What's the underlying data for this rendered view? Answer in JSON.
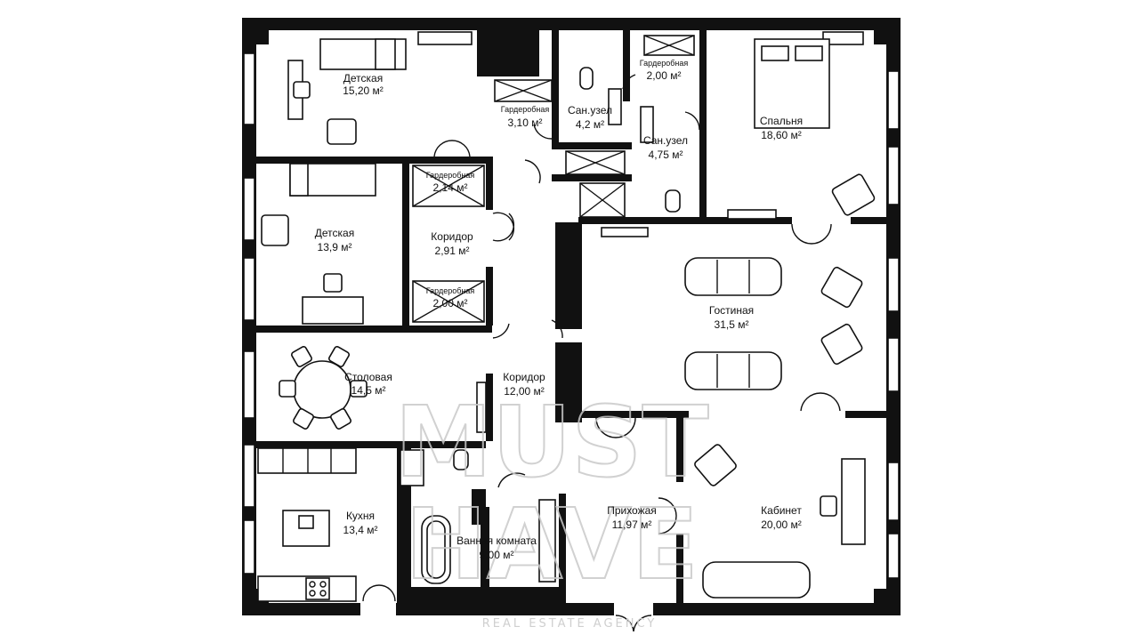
{
  "rooms": {
    "kids1": {
      "name": "Детская",
      "area": "15,20 м²"
    },
    "kids2": {
      "name": "Детская",
      "area": "13,9 м²"
    },
    "wardrobe_top": {
      "name": "Гардеробная",
      "area": "3,10 м²"
    },
    "wc1": {
      "name": "Сан.узел",
      "area": "4,2 м²"
    },
    "wardrobe_small": {
      "name": "Гардеробная",
      "area": "2,00 м²"
    },
    "wc2": {
      "name": "Сан.узел",
      "area": "4,75 м²"
    },
    "bedroom": {
      "name": "Спальня",
      "area": "18,60 м²"
    },
    "wardrobe_mid1": {
      "name": "Гардеробная",
      "area": "2,14 м²"
    },
    "corridor1": {
      "name": "Коридор",
      "area": "2,91 м²"
    },
    "wardrobe_mid2": {
      "name": "Гардеробная",
      "area": "2,00 м²"
    },
    "living": {
      "name": "Гостиная",
      "area": "31,5 м²"
    },
    "dining": {
      "name": "Столовая",
      "area": "14,5 м²"
    },
    "corridor2": {
      "name": "Коридор",
      "area": "12,00 м²"
    },
    "kitchen": {
      "name": "Кухня",
      "area": "13,4 м²"
    },
    "bathroom": {
      "name": "Ванная комната",
      "area": "9,00 м²"
    },
    "hall": {
      "name": "Прихожая",
      "area": "11,97 м²"
    },
    "office": {
      "name": "Кабинет",
      "area": "20,00 м²"
    }
  },
  "watermark": {
    "line1": "MUST",
    "line2": "HAVE",
    "tagline": "REAL ESTATE AGENCY"
  }
}
